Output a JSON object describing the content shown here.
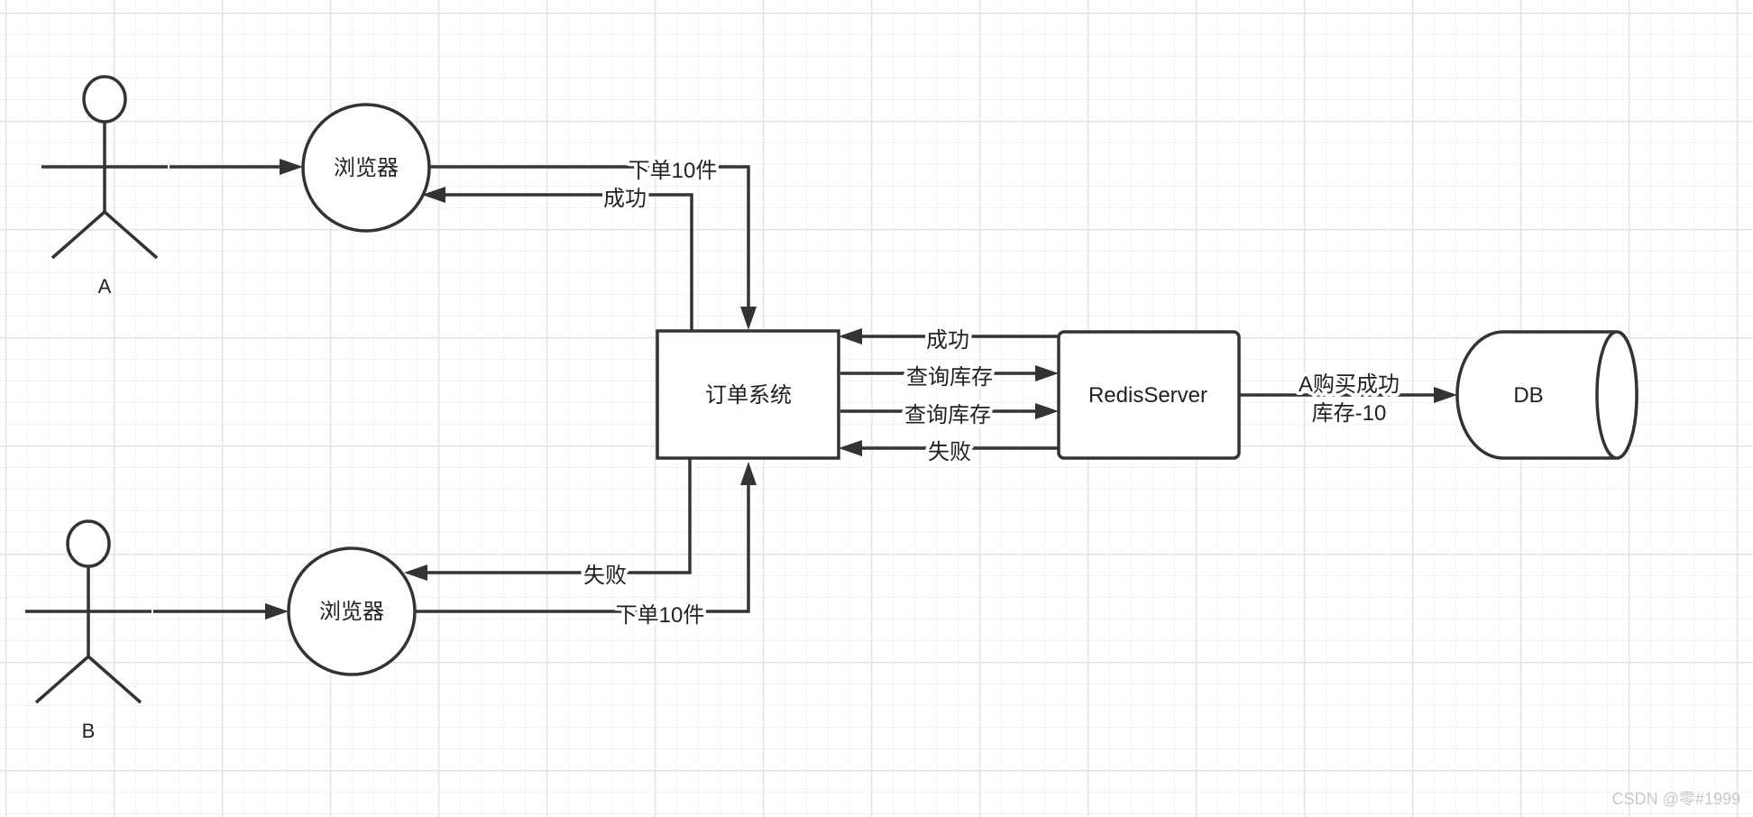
{
  "actors": {
    "a": {
      "label": "A"
    },
    "b": {
      "label": "B"
    }
  },
  "nodes": {
    "browser_a": "浏览器",
    "browser_b": "浏览器",
    "order_system": "订单系统",
    "redis_server": "RedisServer",
    "db": "DB"
  },
  "edges": {
    "a_order": "下单10件",
    "a_success": "成功",
    "redis_success": "成功",
    "query_stock_1": "查询库存",
    "query_stock_2": "查询库存",
    "redis_fail": "失败",
    "b_fail": "失败",
    "b_order": "下单10件",
    "db_line1": "A购买成功",
    "db_line2": "库存-10"
  },
  "watermark": "CSDN @零#1999"
}
